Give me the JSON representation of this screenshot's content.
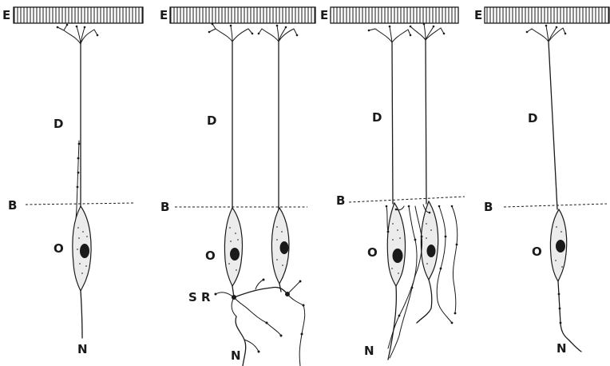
{
  "panels": [
    {
      "id": "panel-1",
      "labels": {
        "E": "E",
        "D": "D",
        "B": "B",
        "O": "O",
        "N": "N"
      }
    },
    {
      "id": "panel-2",
      "labels": {
        "E": "E",
        "D": "D",
        "B": "B",
        "O": "O",
        "SR": "S R",
        "N": "N"
      }
    },
    {
      "id": "panel-3",
      "labels": {
        "E": "E",
        "D": "D",
        "B": "B",
        "O": "O",
        "N": "N"
      }
    },
    {
      "id": "panel-4",
      "labels": {
        "E": "E",
        "D": "D",
        "B": "B",
        "O": "O",
        "N": "N"
      }
    }
  ],
  "colors": {
    "ink": "#1a1a1a",
    "paper": "#ffffff",
    "cytoplasm": "#ececec"
  }
}
